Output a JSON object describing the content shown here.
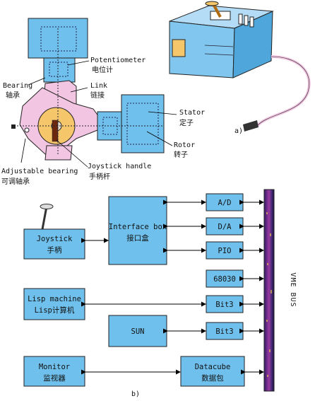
{
  "part_a": {
    "labels": {
      "potentiometer": [
        "Potentiometer",
        "电位计"
      ],
      "bearing": [
        "Bearing",
        "轴承"
      ],
      "link": [
        "Link",
        "链接"
      ],
      "stator": [
        "Stator",
        "定子"
      ],
      "rotor": [
        "Rotor",
        "转子"
      ],
      "adjustable_bearing": [
        "Adjustable bearing",
        "可调轴承"
      ],
      "joystick_handle": [
        "Joystick handle",
        "手柄杆"
      ]
    },
    "caption": "a)"
  },
  "part_b": {
    "blocks": {
      "joystick": [
        "Joystick",
        "手柄"
      ],
      "interface_box": [
        "Interface box",
        "接口盒"
      ],
      "lisp_machine": [
        "Lisp machine",
        "Lisp计算机"
      ],
      "sun": "SUN",
      "monitor": [
        "Monitor",
        "监视器"
      ],
      "datacube": [
        "Datacube",
        "数据包"
      ],
      "ad": "A/D",
      "da": "D/A",
      "pio": "PIO",
      "cpu": "68030",
      "bit3_1": "Bit3",
      "bit3_2": "Bit3"
    },
    "bus_label": "VME BUS",
    "caption": "b)"
  },
  "colors": {
    "block_fill": "#6fc0ec",
    "pink": "#f2c6e2",
    "orange": "#f5c66a",
    "box_top": "#b4dcf6",
    "box_front": "#80c6ee",
    "box_side": "#4fa6da"
  }
}
